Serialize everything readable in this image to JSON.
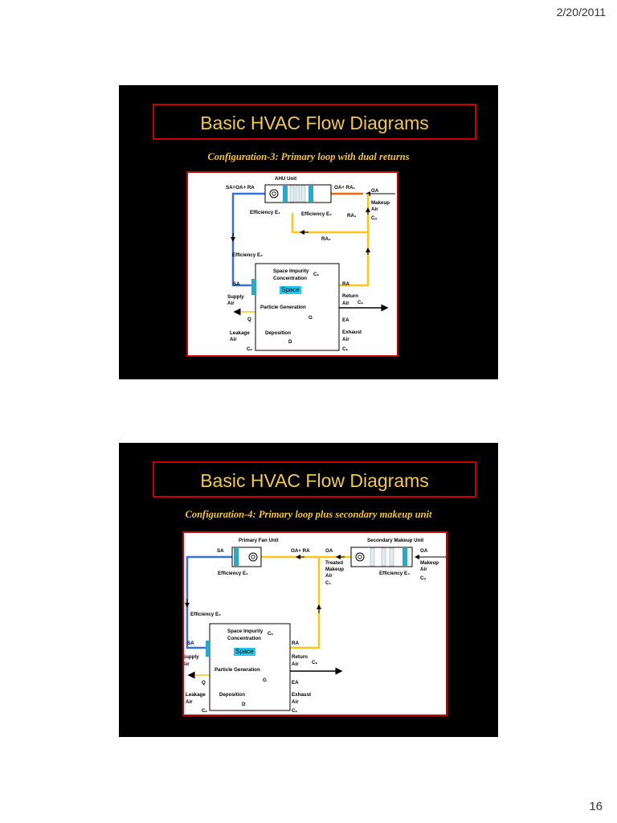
{
  "page": {
    "date": "2/20/2011",
    "number": "16"
  },
  "slide1": {
    "title": "Basic HVAC Flow Diagrams",
    "subtitle": "Configuration-3: Primary loop with dual returns",
    "labels": {
      "ahu_unit": "AHU Unit",
      "sa_eq": "SA=OA+ RA",
      "oa_ra1": "OA+ RA₁",
      "oa": "OA",
      "makeup": "Makeup",
      "air": "Air",
      "co": "Cₒ",
      "eff_e1": "Efficiency E₁",
      "eff_e2": "Efficiency E₂",
      "ra1": "RA₁",
      "ra2": "RA₂",
      "eff_e3": "Efficiency E₃",
      "space_impurity": "Space Impurity",
      "concentration": "Concentration",
      "cs": "Cₛ",
      "space": "Space",
      "sa": "SA",
      "supply": "Supply",
      "supply_air": "Air",
      "ra": "RA",
      "return": "Return",
      "return_air": "Air",
      "cs2": "Cₛ",
      "particle_gen": "Particle Generation",
      "g": "G",
      "q": "Q",
      "ea": "EA",
      "leakage": "Leakage",
      "leakage_air": "Air",
      "deposition": "Deposition",
      "d": "D",
      "exhaust": "Exhaust",
      "exhaust_air": "Air",
      "cs3": "Cₛ",
      "cs4": "Cₛ"
    }
  },
  "slide2": {
    "title": "Basic HVAC Flow Diagrams",
    "subtitle": "Configuration-4: Primary loop plus secondary makeup unit",
    "labels": {
      "primary_fan": "Primary Fan Unit",
      "secondary_makeup": "Secondary Makeup Unit",
      "sa": "SA",
      "oa_ra": "OA+ RA",
      "oa": "OA",
      "treated": "Treated",
      "makeup": "Makeup",
      "air": "Air",
      "c1": "C₁",
      "oa2": "OA",
      "makeup2": "Makeup",
      "air2": "Air",
      "co": "Cₒ",
      "eff_e1": "Efficiency E₁",
      "eff_e4": "Efficiency E₄",
      "eff_e2": "Efficiency E₂",
      "space_impurity": "Space Impurity",
      "concentration": "Concentration",
      "cs": "Cₛ",
      "space": "Space",
      "sa2": "SA",
      "supply": "Supply",
      "supply_air": "Air",
      "ra": "RA",
      "return": "Return",
      "return_air": "Air",
      "cs2": "Cₛ",
      "particle_gen": "Particle Generation",
      "g": "G",
      "q": "Q",
      "ea": "EA",
      "leakage": "Leakage",
      "leakage_air": "Air",
      "deposition": "Deposition",
      "d": "D",
      "exhaust": "Exhaust",
      "exhaust_air": "Air",
      "cs3": "Cₛ",
      "cs4": "Cₛ"
    }
  },
  "colors": {
    "slide_bg": "#000000",
    "title_border": "#c80000",
    "title_text": "#f2c94a",
    "subtitle_text": "#f5c23a",
    "supply_line": "#3a6fe0",
    "return_line": "#ffc61a",
    "outdoor_line": "#ee6a10",
    "space_highlight": "#22c8ee",
    "filter": "#2aa7c9"
  }
}
